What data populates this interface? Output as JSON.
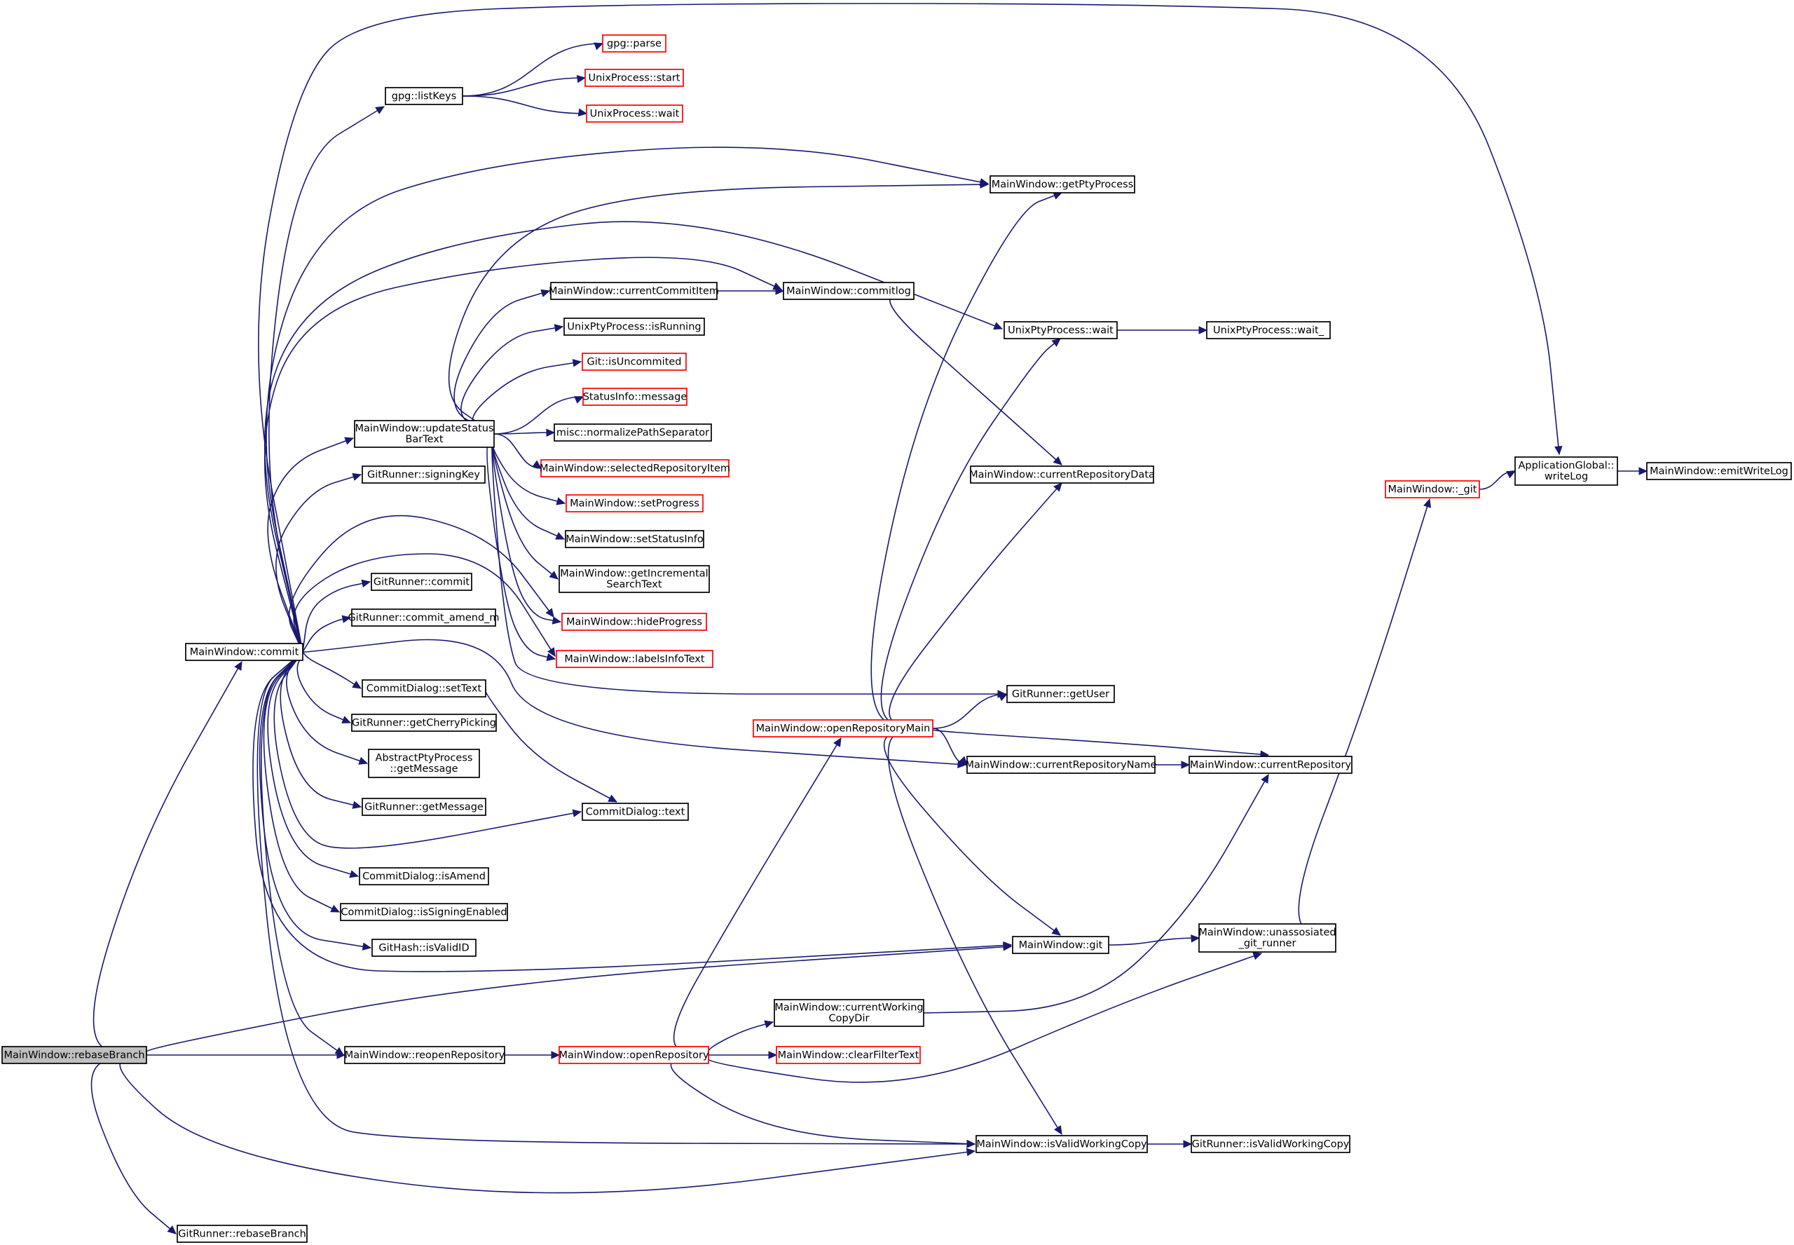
{
  "colors": {
    "edge": "#191970",
    "node_border": "#000000",
    "node_border_truncated": "#ff0000",
    "root_fill": "#bfbfbf",
    "node_fill": "#ffffff"
  },
  "nodes": [
    {
      "id": "rebaseBranch",
      "lines": [
        "MainWindow::rebaseBranch"
      ],
      "style": "root"
    },
    {
      "id": "commit",
      "lines": [
        "MainWindow::commit"
      ],
      "style": "normal"
    },
    {
      "id": "listKeys",
      "lines": [
        "gpg::listKeys"
      ],
      "style": "normal"
    },
    {
      "id": "gpgParse",
      "lines": [
        "gpg::parse"
      ],
      "style": "truncated"
    },
    {
      "id": "upStart",
      "lines": [
        "UnixProcess::start"
      ],
      "style": "truncated"
    },
    {
      "id": "upWait",
      "lines": [
        "UnixProcess::wait"
      ],
      "style": "truncated"
    },
    {
      "id": "getPtyProcess",
      "lines": [
        "MainWindow::getPtyProcess"
      ],
      "style": "normal"
    },
    {
      "id": "currentCommitItem",
      "lines": [
        "MainWindow::currentCommitItem"
      ],
      "style": "normal"
    },
    {
      "id": "commitlog",
      "lines": [
        "MainWindow::commitlog"
      ],
      "style": "normal"
    },
    {
      "id": "uptpIsRunning",
      "lines": [
        "UnixPtyProcess::isRunning"
      ],
      "style": "normal"
    },
    {
      "id": "uptpWait",
      "lines": [
        "UnixPtyProcess::wait"
      ],
      "style": "normal"
    },
    {
      "id": "uptpWait_",
      "lines": [
        "UnixPtyProcess::wait_"
      ],
      "style": "normal"
    },
    {
      "id": "gitIsUncommited",
      "lines": [
        "Git::isUncommited"
      ],
      "style": "truncated"
    },
    {
      "id": "statusInfoMessage",
      "lines": [
        "StatusInfo::message"
      ],
      "style": "truncated"
    },
    {
      "id": "updateStatusBarText",
      "lines": [
        "MainWindow::updateStatus",
        "BarText"
      ],
      "style": "normal"
    },
    {
      "id": "normalizePathSeparator",
      "lines": [
        "misc::normalizePathSeparator"
      ],
      "style": "normal"
    },
    {
      "id": "selectedRepositoryItem",
      "lines": [
        "MainWindow::selectedRepositoryItem"
      ],
      "style": "truncated"
    },
    {
      "id": "currentRepositoryData",
      "lines": [
        "MainWindow::currentRepositoryData"
      ],
      "style": "normal"
    },
    {
      "id": "signingKey",
      "lines": [
        "GitRunner::signingKey"
      ],
      "style": "normal"
    },
    {
      "id": "setProgress",
      "lines": [
        "MainWindow::setProgress"
      ],
      "style": "truncated"
    },
    {
      "id": "_git",
      "lines": [
        "MainWindow::_git"
      ],
      "style": "truncated"
    },
    {
      "id": "writeLog",
      "lines": [
        "ApplicationGlobal::",
        "writeLog"
      ],
      "style": "normal"
    },
    {
      "id": "emitWriteLog",
      "lines": [
        "MainWindow::emitWriteLog"
      ],
      "style": "normal"
    },
    {
      "id": "setStatusInfo",
      "lines": [
        "MainWindow::setStatusInfo"
      ],
      "style": "normal"
    },
    {
      "id": "getIncrementalSearchText",
      "lines": [
        "MainWindow::getIncremental",
        "SearchText"
      ],
      "style": "normal"
    },
    {
      "id": "grCommit",
      "lines": [
        "GitRunner::commit"
      ],
      "style": "normal"
    },
    {
      "id": "hideProgress",
      "lines": [
        "MainWindow::hideProgress"
      ],
      "style": "truncated"
    },
    {
      "id": "commitAmend",
      "lines": [
        "GitRunner::commit_amend_m"
      ],
      "style": "normal"
    },
    {
      "id": "labelsInfoText",
      "lines": [
        "MainWindow::labelsInfoText"
      ],
      "style": "truncated"
    },
    {
      "id": "cdSetText",
      "lines": [
        "CommitDialog::setText"
      ],
      "style": "normal"
    },
    {
      "id": "getUser",
      "lines": [
        "GitRunner::getUser"
      ],
      "style": "normal"
    },
    {
      "id": "getCherryPicking",
      "lines": [
        "GitRunner::getCherryPicking"
      ],
      "style": "normal"
    },
    {
      "id": "openRepositoryMain",
      "lines": [
        "MainWindow::openRepositoryMain"
      ],
      "style": "truncated"
    },
    {
      "id": "currentRepositoryName",
      "lines": [
        "MainWindow::currentRepositoryName"
      ],
      "style": "normal"
    },
    {
      "id": "currentRepository",
      "lines": [
        "MainWindow::currentRepository"
      ],
      "style": "normal"
    },
    {
      "id": "aptpGetMessage",
      "lines": [
        "AbstractPtyProcess",
        "::getMessage"
      ],
      "style": "normal"
    },
    {
      "id": "grGetMessage",
      "lines": [
        "GitRunner::getMessage"
      ],
      "style": "normal"
    },
    {
      "id": "cdText",
      "lines": [
        "CommitDialog::text"
      ],
      "style": "normal"
    },
    {
      "id": "cdIsAmend",
      "lines": [
        "CommitDialog::isAmend"
      ],
      "style": "normal"
    },
    {
      "id": "cdIsSigningEnabled",
      "lines": [
        "CommitDialog::isSigningEnabled"
      ],
      "style": "normal"
    },
    {
      "id": "unassosiated",
      "lines": [
        "MainWindow::unassosiated",
        "_git_runner"
      ],
      "style": "normal"
    },
    {
      "id": "mwGit",
      "lines": [
        "MainWindow::git"
      ],
      "style": "normal"
    },
    {
      "id": "ghIsValidID",
      "lines": [
        "GitHash::isValidID"
      ],
      "style": "normal"
    },
    {
      "id": "currentWorkingCopyDir",
      "lines": [
        "MainWindow::currentWorking",
        "CopyDir"
      ],
      "style": "normal"
    },
    {
      "id": "reopenRepository",
      "lines": [
        "MainWindow::reopenRepository"
      ],
      "style": "normal"
    },
    {
      "id": "openRepository",
      "lines": [
        "MainWindow::openRepository"
      ],
      "style": "truncated"
    },
    {
      "id": "clearFilterText",
      "lines": [
        "MainWindow::clearFilterText"
      ],
      "style": "truncated"
    },
    {
      "id": "isValidWorkingCopy",
      "lines": [
        "MainWindow::isValidWorkingCopy"
      ],
      "style": "normal"
    },
    {
      "id": "grIsValidWorkingCopy",
      "lines": [
        "GitRunner::isValidWorkingCopy"
      ],
      "style": "normal"
    },
    {
      "id": "grRebaseBranch",
      "lines": [
        "GitRunner::rebaseBranch"
      ],
      "style": "normal"
    }
  ],
  "edges": [
    [
      "rebaseBranch",
      "commit"
    ],
    [
      "rebaseBranch",
      "mwGit"
    ],
    [
      "rebaseBranch",
      "reopenRepository"
    ],
    [
      "rebaseBranch",
      "isValidWorkingCopy"
    ],
    [
      "rebaseBranch",
      "grRebaseBranch"
    ],
    [
      "commit",
      "listKeys"
    ],
    [
      "commit",
      "writeLog"
    ],
    [
      "commit",
      "getPtyProcess"
    ],
    [
      "commit",
      "commitlog"
    ],
    [
      "commit",
      "uptpWait"
    ],
    [
      "commit",
      "updateStatusBarText"
    ],
    [
      "commit",
      "signingKey"
    ],
    [
      "commit",
      "hideProgress"
    ],
    [
      "commit",
      "labelsInfoText"
    ],
    [
      "commit",
      "grCommit"
    ],
    [
      "commit",
      "commitAmend"
    ],
    [
      "commit",
      "cdSetText"
    ],
    [
      "commit",
      "getCherryPicking"
    ],
    [
      "commit",
      "aptpGetMessage"
    ],
    [
      "commit",
      "grGetMessage"
    ],
    [
      "commit",
      "cdText"
    ],
    [
      "commit",
      "cdIsAmend"
    ],
    [
      "commit",
      "cdIsSigningEnabled"
    ],
    [
      "commit",
      "ghIsValidID"
    ],
    [
      "commit",
      "mwGit"
    ],
    [
      "commit",
      "reopenRepository"
    ],
    [
      "commit",
      "isValidWorkingCopy"
    ],
    [
      "commit",
      "currentRepositoryName"
    ],
    [
      "listKeys",
      "gpgParse"
    ],
    [
      "listKeys",
      "upStart"
    ],
    [
      "listKeys",
      "upWait"
    ],
    [
      "updateStatusBarText",
      "getPtyProcess"
    ],
    [
      "updateStatusBarText",
      "currentCommitItem"
    ],
    [
      "updateStatusBarText",
      "uptpIsRunning"
    ],
    [
      "updateStatusBarText",
      "gitIsUncommited"
    ],
    [
      "updateStatusBarText",
      "statusInfoMessage"
    ],
    [
      "updateStatusBarText",
      "normalizePathSeparator"
    ],
    [
      "updateStatusBarText",
      "selectedRepositoryItem"
    ],
    [
      "updateStatusBarText",
      "setProgress"
    ],
    [
      "updateStatusBarText",
      "setStatusInfo"
    ],
    [
      "updateStatusBarText",
      "getIncrementalSearchText"
    ],
    [
      "updateStatusBarText",
      "hideProgress"
    ],
    [
      "updateStatusBarText",
      "labelsInfoText"
    ],
    [
      "updateStatusBarText",
      "getUser"
    ],
    [
      "currentCommitItem",
      "commitlog"
    ],
    [
      "commitlog",
      "currentRepositoryData"
    ],
    [
      "uptpWait",
      "uptpWait_"
    ],
    [
      "_git",
      "writeLog"
    ],
    [
      "writeLog",
      "emitWriteLog"
    ],
    [
      "cdSetText",
      "cdText"
    ],
    [
      "openRepositoryMain",
      "getPtyProcess"
    ],
    [
      "openRepositoryMain",
      "uptpWait"
    ],
    [
      "openRepositoryMain",
      "currentRepositoryData"
    ],
    [
      "openRepositoryMain",
      "getUser"
    ],
    [
      "openRepositoryMain",
      "currentRepositoryName"
    ],
    [
      "openRepositoryMain",
      "currentRepository"
    ],
    [
      "openRepositoryMain",
      "mwGit"
    ],
    [
      "openRepositoryMain",
      "isValidWorkingCopy"
    ],
    [
      "currentRepositoryName",
      "currentRepository"
    ],
    [
      "mwGit",
      "unassosiated"
    ],
    [
      "unassosiated",
      "_git"
    ],
    [
      "currentWorkingCopyDir",
      "currentRepository"
    ],
    [
      "reopenRepository",
      "openRepository"
    ],
    [
      "openRepository",
      "openRepositoryMain"
    ],
    [
      "openRepository",
      "currentWorkingCopyDir"
    ],
    [
      "openRepository",
      "clearFilterText"
    ],
    [
      "openRepository",
      "unassosiated"
    ],
    [
      "openRepository",
      "isValidWorkingCopy"
    ],
    [
      "isValidWorkingCopy",
      "grIsValidWorkingCopy"
    ]
  ]
}
